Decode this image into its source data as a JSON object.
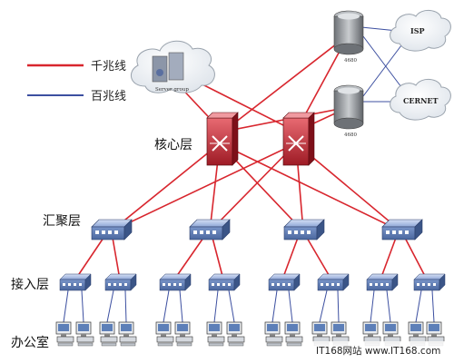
{
  "legend": {
    "gigabit_label": "千兆线",
    "megabit_label": "百兆线",
    "gigabit_color": "#d8262e",
    "megabit_color": "#3c4fa0"
  },
  "layers": {
    "core": "核心层",
    "aggregation": "汇聚层",
    "access": "接入层",
    "office": "办公室"
  },
  "nodes": {
    "server_group": "Server group",
    "router_top": "4680",
    "router_bottom": "4680",
    "isp": "ISP",
    "cernet": "CERNET"
  },
  "watermark": "IT168网站  www.IT168.com"
}
